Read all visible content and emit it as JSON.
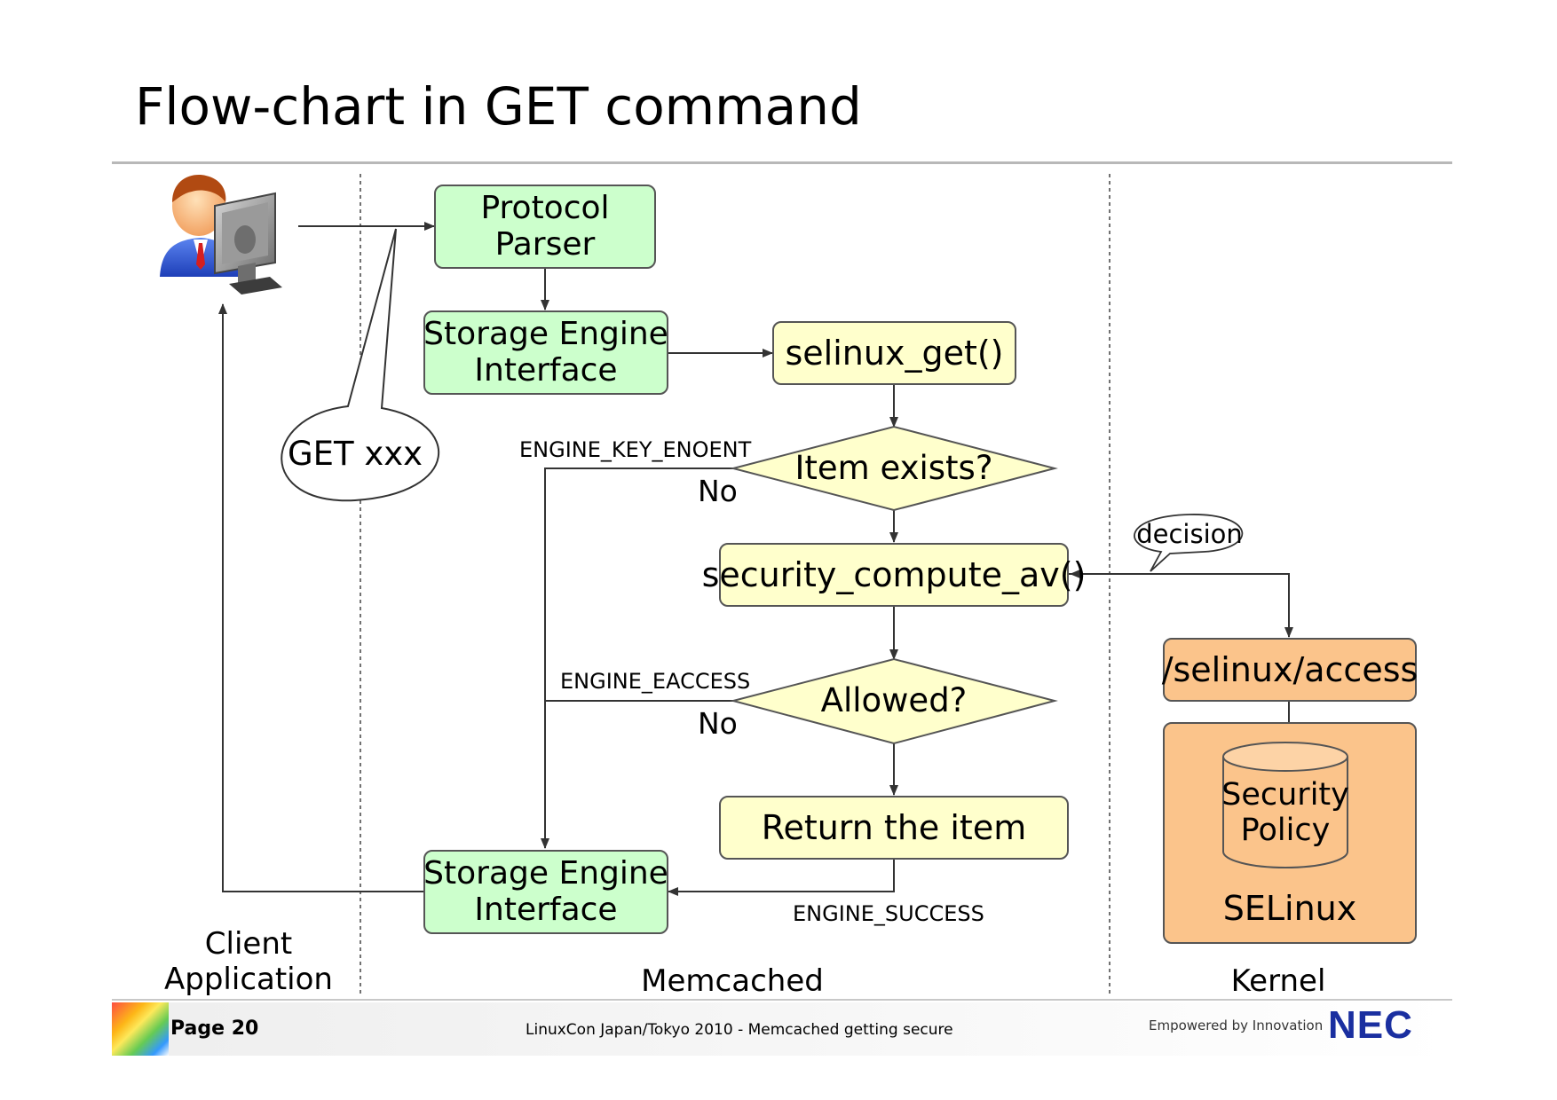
{
  "slide": {
    "title": "Flow-chart in GET command"
  },
  "nodes": {
    "protocol_parser": "Protocol\nParser",
    "storage_engine_top": "Storage Engine\nInterface",
    "selinux_get": "selinux_get()",
    "item_exists": "Item exists?",
    "security_compute_av": "security_compute_av()",
    "allowed": "Allowed?",
    "return_item": "Return the item",
    "storage_engine_bottom": "Storage Engine\nInterface",
    "selinux_access": "/selinux/access",
    "security_policy": "Security\nPolicy",
    "selinux": "SELinux"
  },
  "callouts": {
    "get_xxx": "GET xxx",
    "decision": "decision"
  },
  "edge_labels": {
    "engine_key_enoent": "ENGINE_KEY_ENOENT",
    "no_1": "No",
    "engine_eaccess": "ENGINE_EACCESS",
    "no_2": "No",
    "engine_success": "ENGINE_SUCCESS"
  },
  "zones": {
    "client": "Client\nApplication",
    "memcached": "Memcached",
    "kernel": "Kernel"
  },
  "footer": {
    "page": "Page 20",
    "conference": "LinuxCon Japan/Tokyo 2010 - Memcached getting secure",
    "tagline": "Empowered by Innovation",
    "logo": "NEC"
  },
  "icons": {
    "user": "user-at-computer-icon",
    "database": "database-cylinder-icon"
  },
  "colors": {
    "green_box": "#ccffcc",
    "yellow_box": "#ffffcc",
    "orange_box": "#fbc48b",
    "nec_blue": "#1a2fa0"
  }
}
